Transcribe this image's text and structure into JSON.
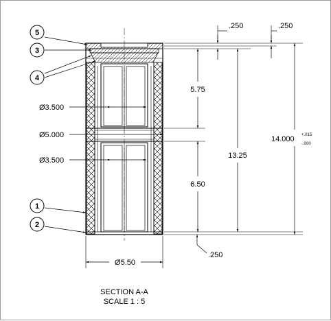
{
  "drawing": {
    "view_title": "SECTION A-A",
    "view_scale": "SCALE 1 : 5",
    "balloons": [
      {
        "number": "5"
      },
      {
        "number": "3"
      },
      {
        "number": "4"
      },
      {
        "number": "1"
      },
      {
        "number": "2"
      }
    ],
    "dimensions": {
      "top_cap_left": ".250",
      "top_cap_right": ".250",
      "upper_chamber": "5.75",
      "lower_chamber": "6.50",
      "inner_length": "13.25",
      "overall_length": "14.000",
      "overall_tol_plus": "+.015",
      "overall_tol_minus": "-.000",
      "bottom_cap": ".250",
      "dia_upper": "Ø3.500",
      "dia_mid": "Ø5.000",
      "dia_lower": "Ø3.500",
      "dia_outer": "Ø5.50"
    }
  }
}
